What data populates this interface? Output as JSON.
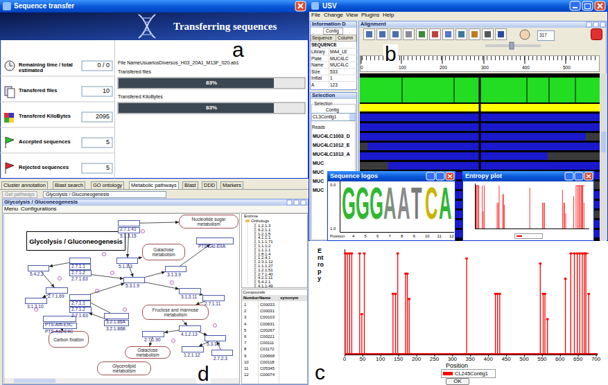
{
  "diagram": {
    "nodes": [
      {
        "text": [
          "Sequence transfer"
        ]
      },
      {
        "text": [
          "Transferring sequences"
        ],
        "in": 0
      },
      {
        "text": [
          "USV"
        ]
      },
      {
        "text": [
          "Information D"
        ],
        "in": 2
      },
      {
        "text": [
          "Alignment"
        ],
        "in": 2
      },
      {
        "text": [
          "Selection"
        ],
        "in": 2
      },
      {
        "text": [
          "Sequence logos"
        ]
      },
      {
        "text": [
          "Entropy plot"
        ]
      },
      {
        "text": [
          "OK"
        ]
      },
      {
        "text": [
          "Glycolysis / Gluconeogenesis"
        ]
      },
      {
        "text": [
          "Glycolysis / Gluconeogenesis"
        ],
        "in": 9
      },
      {
        "text": [
          "Nucleotide sugar metabolism"
        ],
        "in": 9
      },
      {
        "text": [
          "Galactose metabolism"
        ],
        "in": 9
      },
      {
        "text": [
          "PTS-Glc-EIIA"
        ],
        "in": 9
      },
      {
        "text": [
          "Fructose and mannose metabolism"
        ],
        "in": 9
      },
      {
        "text": [
          "Carbon fixation"
        ],
        "in": 9
      },
      {
        "text": [
          "Galactose metabolism"
        ],
        "in": 9
      },
      {
        "text": [
          "Glycerolipid metabolism"
        ],
        "in": 9
      },
      {
        "text": [
          "2.7.1.41"
        ],
        "in": 9
      },
      {
        "text": [
          "5.1.3.15"
        ],
        "in": 9
      },
      {
        "text": [
          "5.1.3.3"
        ],
        "in": 9
      },
      {
        "text": [
          "2.7.1.1"
        ],
        "in": 9
      },
      {
        "text": [
          "2.7.1.2"
        ],
        "in": 9
      },
      {
        "text": [
          "2.7.1.63"
        ],
        "in": 9
      },
      {
        "text": [
          "5.4.2.2"
        ],
        "in": 9
      },
      {
        "text": [
          "2.7.1.69"
        ],
        "in": 9
      },
      {
        "text": [
          "3.1.3.10"
        ],
        "in": 9
      },
      {
        "text": [
          "3.1.3.9"
        ],
        "in": 9
      },
      {
        "text": [
          "5.3.1.9"
        ],
        "in": 9
      },
      {
        "text": [
          "2.7.1.1"
        ],
        "in": 9
      },
      {
        "text": [
          "2.7.1.2"
        ],
        "in": 9
      },
      {
        "text": [
          "2.7.1.63"
        ],
        "in": 9
      },
      {
        "text": [
          "PTS-Arb-EIIC"
        ],
        "in": 9
      },
      {
        "text": [
          "PTS-Asc-EIIC"
        ],
        "in": 9
      },
      {
        "text": [
          "3.2.1.86A"
        ],
        "in": 9
      },
      {
        "text": [
          "3.2.1.86B"
        ],
        "in": 9
      },
      {
        "text": [
          "3.1.3.11"
        ],
        "in": 9
      },
      {
        "text": [
          "2.7.1.11"
        ],
        "in": 9
      },
      {
        "text": [
          "4.1.2.13"
        ],
        "in": 9
      },
      {
        "text": [
          "5.3.1.1"
        ],
        "in": 9
      },
      {
        "text": [
          "2.7.1.90"
        ],
        "in": 9
      },
      {
        "text": [
          "1.2.1.12"
        ],
        "in": 9
      },
      {
        "text": [
          "2.7.2.3"
        ],
        "in": 9
      }
    ],
    "edges": [
      {
        "from": 19,
        "to": 20,
        "arrow": "to"
      },
      {
        "from": 20,
        "to": 12,
        "arrow": "to"
      },
      {
        "from": 20,
        "to": 28,
        "arrow": "to"
      },
      {
        "from": 21,
        "to": 24,
        "arrow": "to"
      },
      {
        "from": 23,
        "to": 28,
        "arrow": "to"
      },
      {
        "from": 28,
        "to": 27,
        "arrow": "to"
      },
      {
        "from": 27,
        "to": 13,
        "arrow": "to"
      },
      {
        "from": 28,
        "to": 36,
        "arrow": "to"
      },
      {
        "from": 36,
        "to": 37,
        "arrow": "to"
      },
      {
        "from": 37,
        "to": 14,
        "arrow": "to"
      },
      {
        "from": 29,
        "to": 28,
        "arrow": "to"
      },
      {
        "from": 24,
        "to": 25,
        "arrow": "to"
      },
      {
        "from": 25,
        "to": 26,
        "arrow": "to"
      },
      {
        "from": 34,
        "to": 29,
        "arrow": "to"
      },
      {
        "from": 35,
        "to": 31,
        "arrow": "to"
      },
      {
        "from": 14,
        "to": 38,
        "arrow": "to"
      },
      {
        "from": 38,
        "to": 40,
        "arrow": "to"
      },
      {
        "from": 38,
        "to": 39,
        "arrow": "to"
      },
      {
        "from": 39,
        "to": 41,
        "arrow": "to"
      },
      {
        "from": 42,
        "to": 39,
        "arrow": "to"
      },
      {
        "from": 40,
        "to": 16,
        "arrow": "to"
      },
      {
        "from": 33,
        "to": 15,
        "arrow": "to"
      },
      {
        "from": 18,
        "to": 11,
        "arrow": "to"
      }
    ],
    "labels": [
      "Remaining time / total estimated",
      "Transfered files",
      "Transfered KiloBytes",
      "Accepted sequences",
      "Rejected sequences",
      "0 / 0",
      "10",
      "2095",
      "5",
      "5",
      "File NameUsuariosDiversos_H03_20A1_M13F_020.ab1",
      "Transfered files",
      "83%",
      "Transfered KiloBytes",
      "83%",
      "a",
      "File",
      "Change",
      "View",
      "Plugins",
      "Help",
      "Contig",
      "Sequence",
      "Column",
      "SEQUENCE",
      "Library",
      "Plate",
      "Name",
      "Size",
      "Initial",
      "A",
      "MA4_LE",
      "MUC4LC",
      "MUC4LC",
      "533",
      "1",
      "123",
      "317",
      "0",
      "100",
      "200",
      "300",
      "400",
      "500",
      "b",
      "Selection",
      "Contig",
      "CL3Contig1",
      "Reads",
      "MUC4LC1003_D",
      "MUC4LC1012_E",
      "MUC4LC1013_A",
      "MUC",
      "MUC",
      "MUC",
      "MUC",
      "0.0",
      "1.0",
      "G",
      "G",
      "G",
      "A",
      "A",
      "T",
      "C",
      "A",
      "Position",
      "4",
      "5",
      "6",
      "7",
      "8",
      "9",
      "10",
      "11",
      "12",
      "Entropy",
      "0",
      "50",
      "100",
      "150",
      "200",
      "250",
      "300",
      "350",
      "400",
      "450",
      "500",
      "550",
      "600",
      "650",
      "700",
      "Position",
      "c",
      "Cluster annotation",
      "Blast search",
      "GO ontology",
      "Metabolic pathways",
      "Blast",
      "DDD",
      "Markers",
      "Get pathways",
      "Glycolysis / Gluconeogenesis",
      "Menu",
      "Configurations",
      "Enzime",
      "Orthologs",
      "1.2.1.3",
      "6.2.1.1",
      "1.2.1.5",
      "4.1.1.1",
      "1.1.1.71",
      "1.1.1.2",
      "1.1.1.1",
      "1.8.1.4",
      "1.2.4.1",
      "2.3.1.12",
      "1.1.1.27",
      "1.2.1.51",
      "2.7.1.40",
      "4.2.1.11",
      "5.4.2.1",
      "4.1.1.49",
      "Compounds",
      "Number",
      "Name",
      "synonym",
      "1",
      "2",
      "3",
      "4",
      "5",
      "6",
      "7",
      "8",
      "9",
      "10",
      "11",
      "12",
      "C00033",
      "C00031",
      "C00103",
      "C00631",
      "C00267",
      "C00221",
      "C00111",
      "C01172",
      "C00668",
      "C00118",
      "C05345",
      "C00074",
      "d"
    ],
    "legend": [
      {
        "text": "CL245Contig1",
        "color": "#ff0000"
      }
    ]
  }
}
